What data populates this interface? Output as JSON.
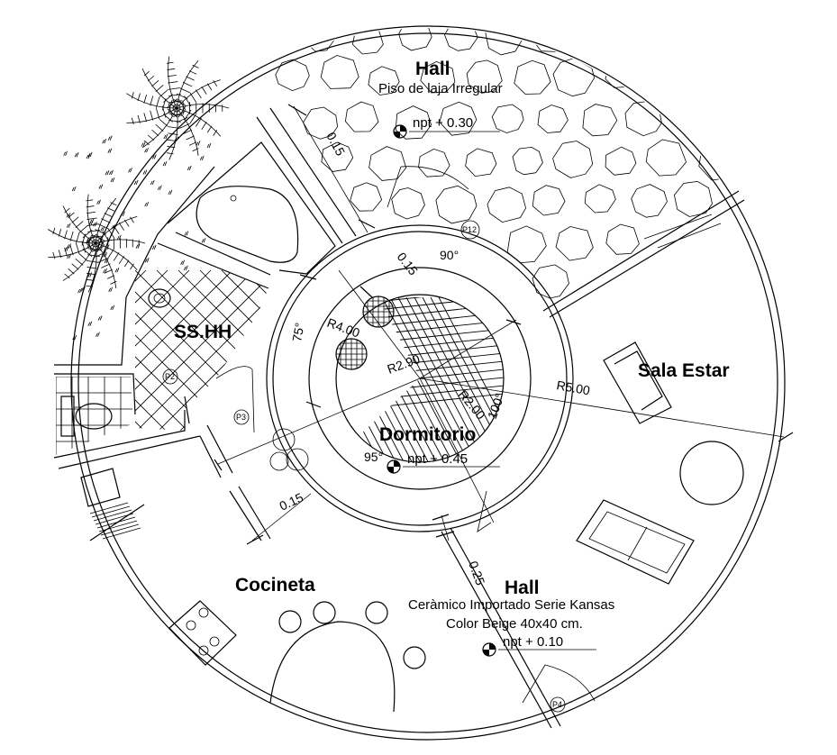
{
  "rooms": {
    "hall_top": "Hall",
    "ss_hh": "SS.HH",
    "sala_estar": "Sala Estar",
    "dormitorio": "Dormitorio",
    "cocineta": "Cocineta",
    "hall_bottom": "Hall"
  },
  "notes": {
    "hall_top_floor": "Piso de laja Irregular",
    "hall_top_level": "npt + 0.30",
    "dormitorio_level": "npt + 0.45",
    "hall_bottom_floor_1": "Ceràmico Importado Serie  Kansas",
    "hall_bottom_floor_2": "Color Beige 40x40 cm.",
    "hall_bottom_level": "npt + 0.10"
  },
  "dimensions": {
    "wall_top_left": "0.15",
    "wall_top": "0.15",
    "angle_90": "90°",
    "angle_75": "75°",
    "angle_100": "100°",
    "angle_95": "95°",
    "r400": "R4.00",
    "r290": "R2.90",
    "r200": "R2.00",
    "r500": "R5.00",
    "wall_left": "0.15",
    "wall_bottom": "0.25"
  },
  "tags": {
    "p2": "P2",
    "p3": "P3",
    "p4": "P4",
    "p12": "P12"
  },
  "icons": {
    "palm_tree_1": "palm-tree-icon",
    "palm_tree_2": "palm-tree-icon",
    "level_marker": "level-marker-icon"
  }
}
